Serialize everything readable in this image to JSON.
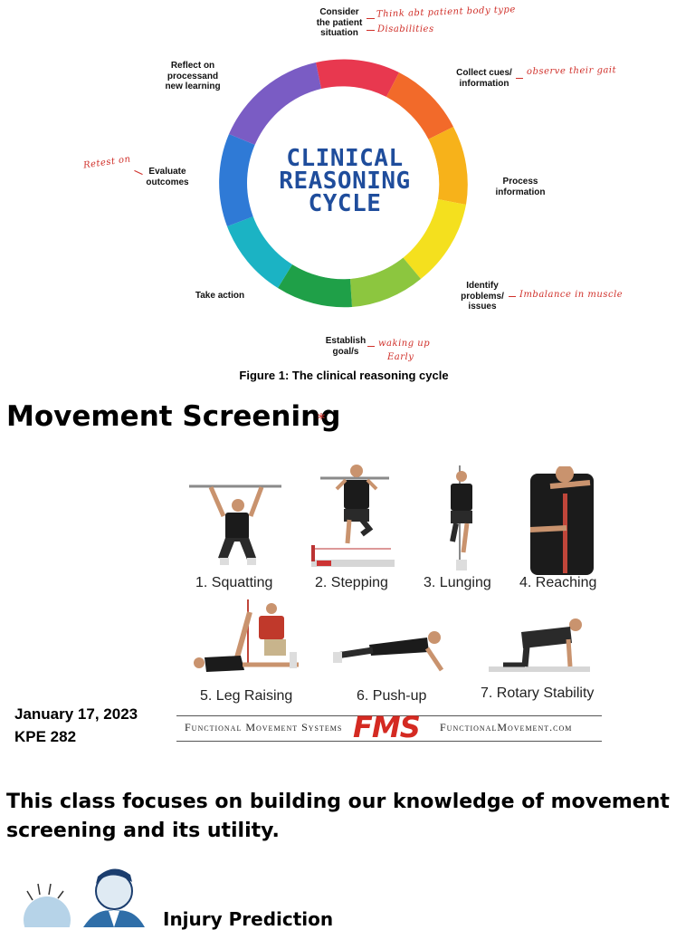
{
  "cycle": {
    "title_lines": [
      "CLINICAL",
      "REASONING",
      "CYCLE"
    ],
    "labels": {
      "consider": [
        "Consider",
        "the patient",
        "situation"
      ],
      "collect": [
        "Collect cues/",
        "information"
      ],
      "process": [
        "Process",
        "information"
      ],
      "identify": [
        "Identify",
        "problems/",
        "issues"
      ],
      "establish": [
        "Establish",
        "goal/s"
      ],
      "take_action": [
        "Take action"
      ],
      "evaluate": [
        "Evaluate",
        "outcomes"
      ],
      "reflect": [
        "Reflect on",
        "processand",
        "new learning"
      ]
    },
    "annotations": {
      "consider_1": "Think abt patient body type",
      "consider_2": "Disabilities",
      "collect": "observe their gait",
      "identify": "Imbalance in muscle",
      "establish_1": "waking up",
      "establish_2": "Early",
      "evaluate": "Retest on"
    },
    "caption": "Figure 1: The clinical reasoning cycle"
  },
  "section": {
    "heading": "Movement Screening",
    "star": "*"
  },
  "fms": {
    "tests": [
      "1. Squatting",
      "2. Stepping",
      "3. Lunging",
      "4. Reaching",
      "5. Leg Raising",
      "6. Push-up",
      "7. Rotary Stability"
    ],
    "footer_left": "Functional Movement Systems",
    "logo": "FMS",
    "footer_right": "FunctionalMovement.com"
  },
  "meta": {
    "date": "January 17, 2023",
    "course": "KPE 282"
  },
  "body": {
    "paragraph": "This class focuses on building our knowledge of movement screening and its utility.",
    "subheading": "Injury Prediction"
  }
}
